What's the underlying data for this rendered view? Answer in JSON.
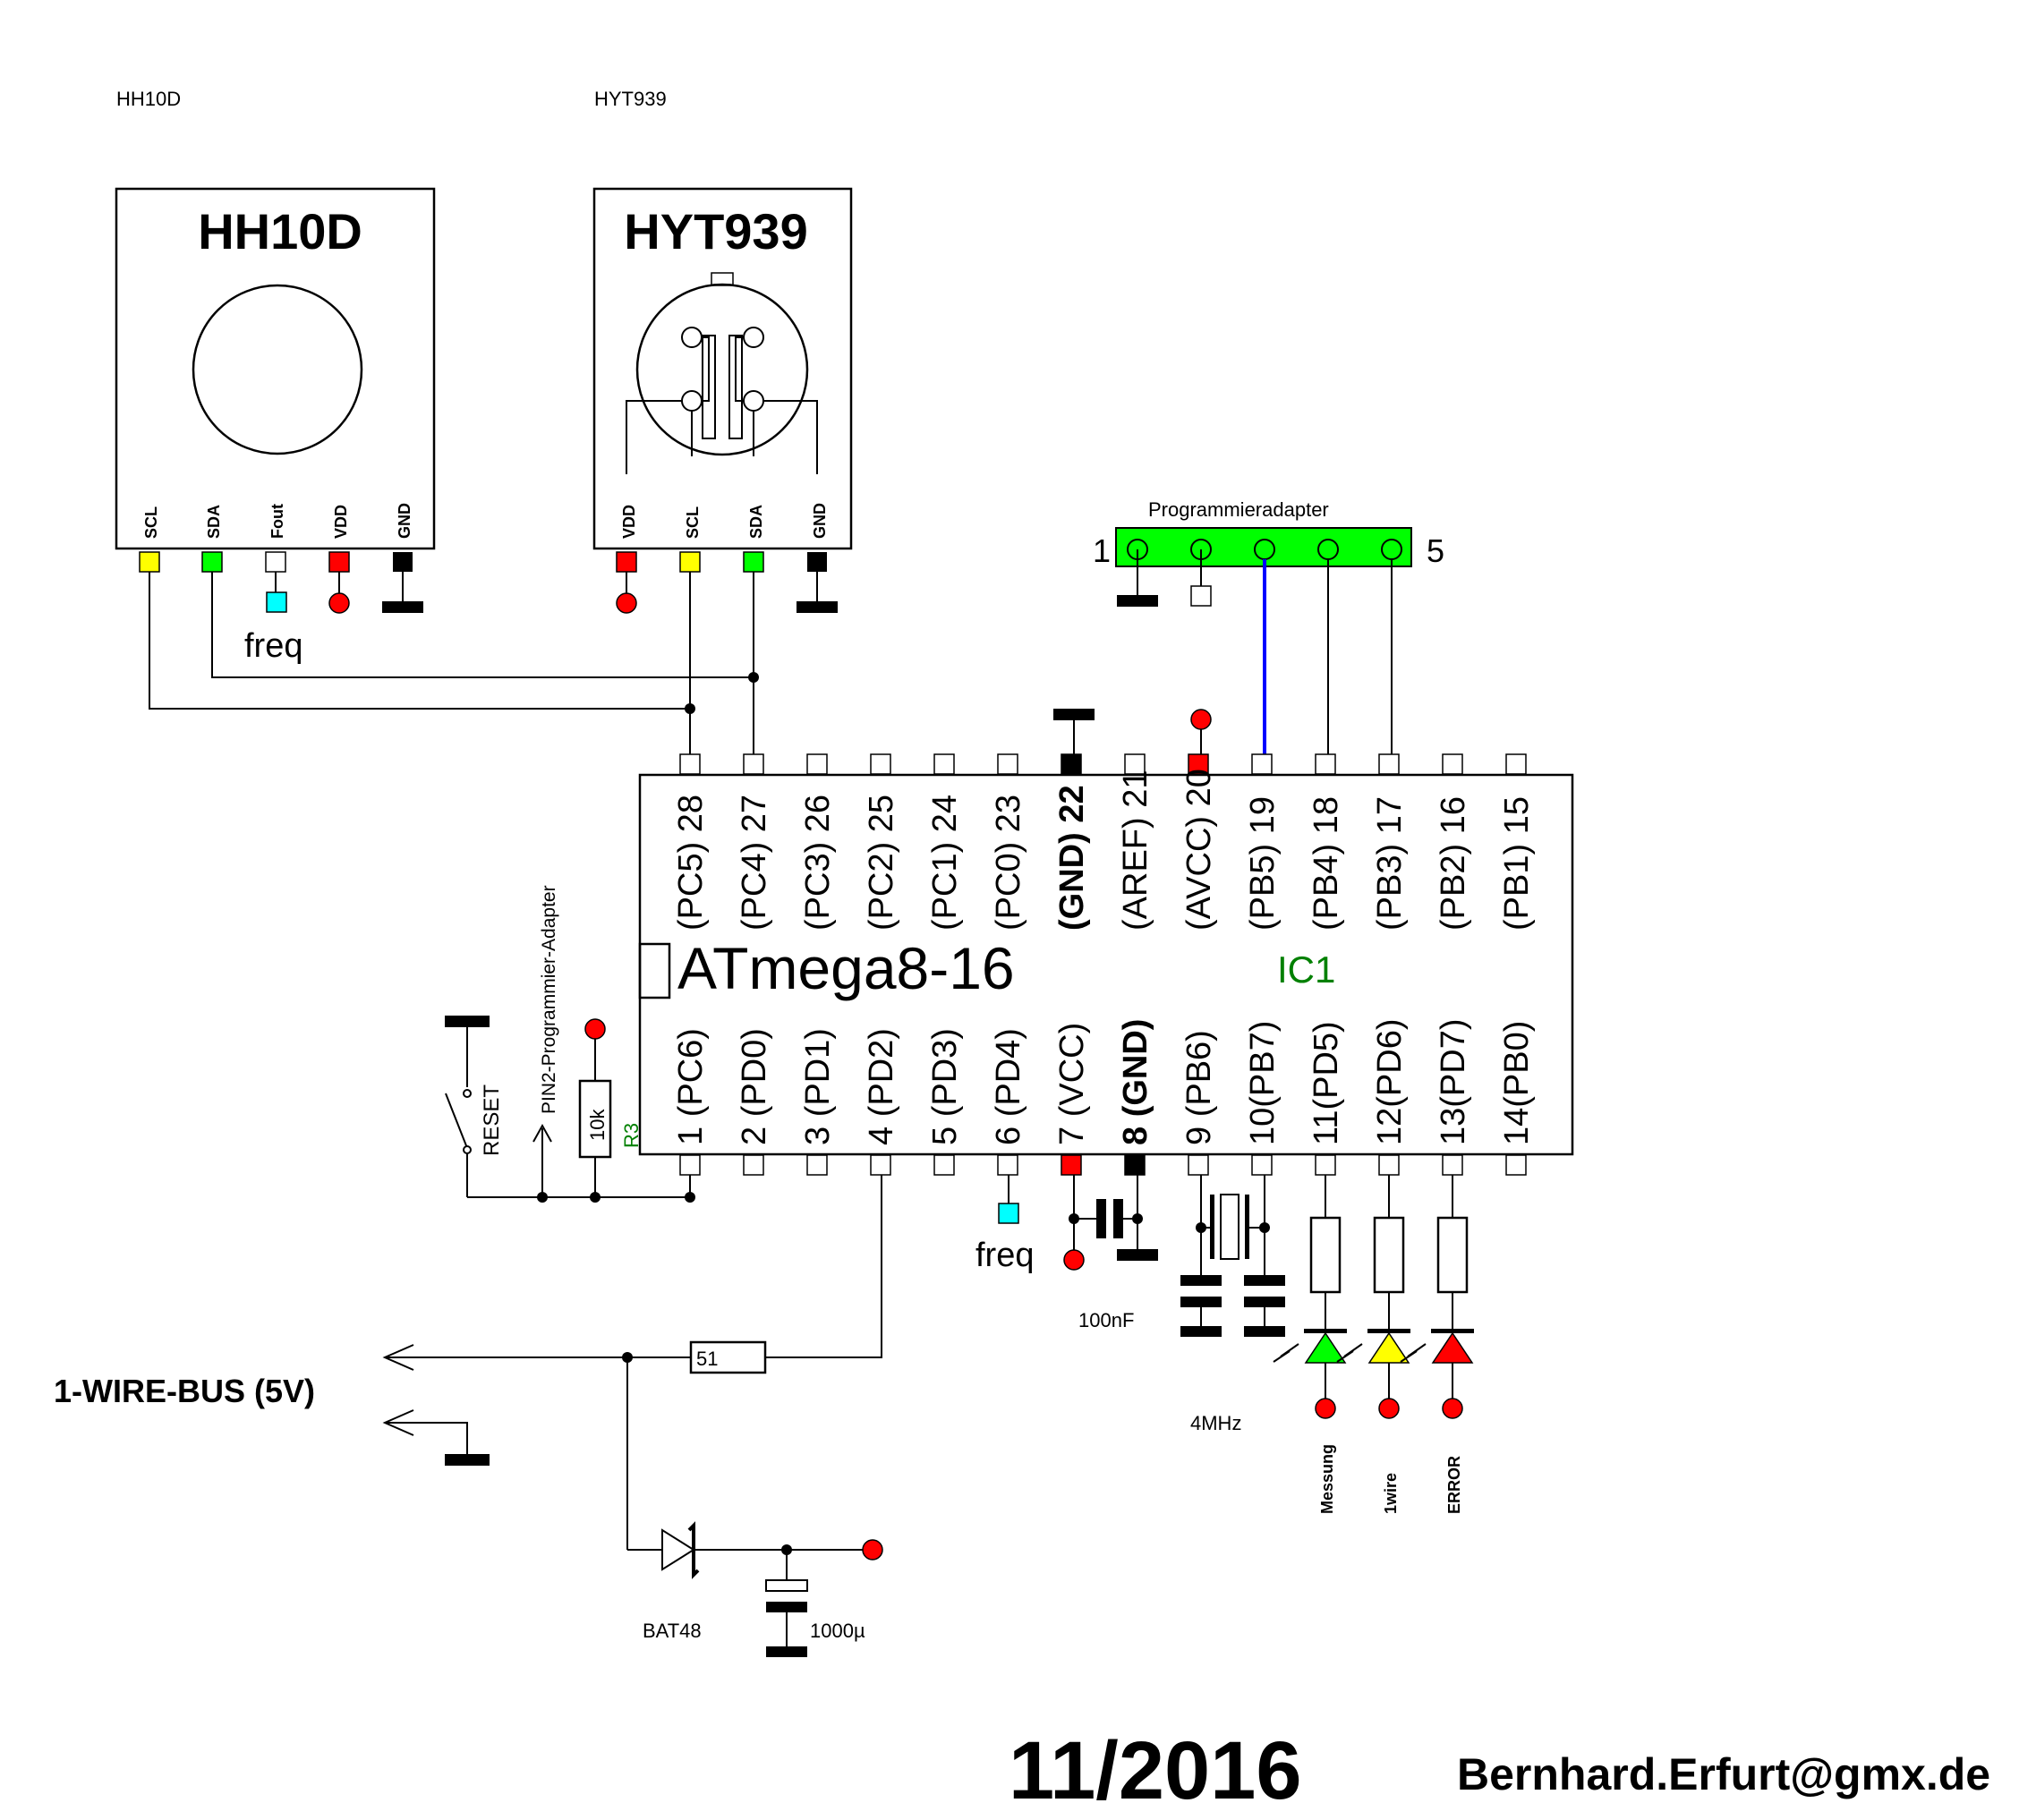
{
  "title": {
    "hh10d_small": "HH10D",
    "hyt939_small": "HYT939"
  },
  "hh10d": {
    "name": "HH10D",
    "pins": [
      "SCL",
      "SDA",
      "Fout",
      "VDD",
      "GND"
    ],
    "freq_label": "freq"
  },
  "hyt939": {
    "name": "HYT939",
    "pins": [
      "VDD",
      "SCL",
      "SDA",
      "GND"
    ]
  },
  "programmer": {
    "label": "Programmieradapter",
    "pin_first": "1",
    "pin_last": "5"
  },
  "ic": {
    "name": "ATmega8-16",
    "ref": "IC1",
    "top_pins": [
      "(PC5) 28",
      "(PC4) 27",
      "(PC3) 26",
      "(PC2) 25",
      "(PC1) 24",
      "(PC0) 23",
      "(GND) 22",
      "(AREF) 21",
      "(AVCC) 20",
      "(PB5) 19",
      "(PB4) 18",
      "(PB3) 17",
      "(PB2) 16",
      "(PB1) 15"
    ],
    "bottom_pins": [
      "1 (PC6)",
      "2 (PD0)",
      "3 (PD1)",
      "4 (PD2)",
      "5 (PD3)",
      "6 (PD4)",
      "7 (VCC)",
      "8 (GND)",
      "9 (PB6)",
      "10(PB7)",
      "11(PD5)",
      "12(PD6)",
      "13(PD7)",
      "14(PB0)"
    ]
  },
  "reset": {
    "switch_label": "RESET",
    "prog_label": "PIN2-Programmier-Adapter",
    "resistor_value": "10k",
    "resistor_ref": "R3"
  },
  "bottom": {
    "freq_label": "freq",
    "cap_label": "100nF",
    "crystal_label": "4MHz",
    "led_labels": [
      "Messung",
      "1wire",
      "ERROR"
    ],
    "bus_label": "1-WIRE-BUS (5V)",
    "resistor_51": "51",
    "diode_label": "BAT48",
    "cap_1000": "1000µ"
  },
  "footer": {
    "date": "11/2016",
    "email": "Bernhard.Erfurt@gmx.de"
  },
  "colors": {
    "red": "#ff0000",
    "green": "#00ff00",
    "yellow": "#ffff00",
    "cyan": "#00ffff",
    "blue": "#0000ff",
    "dark_green": "#008000"
  }
}
